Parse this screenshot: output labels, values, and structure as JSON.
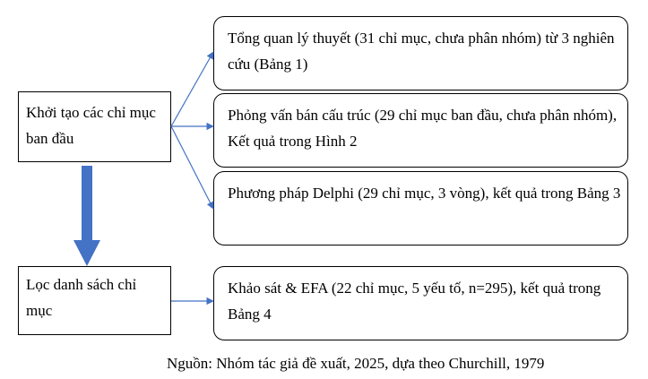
{
  "left_boxes": {
    "init": "Khởi tạo các chỉ mục ban đầu",
    "filter": "Lọc danh sách chỉ mục"
  },
  "right_boxes": [
    "Tổng quan lý thuyết (31 chỉ mục, chưa phân nhóm) từ 3 nghiên cứu (Bảng 1)",
    "Phỏng vấn bán cấu trúc (29 chỉ mục ban đầu, chưa phân nhóm), Kết quả trong Hình 2",
    "Phương pháp Delphi (29 chỉ mục, 3 vòng), kết quả trong Bảng 3",
    "Khảo sát & EFA (22 chỉ mục, 5 yếu tố, n=295), kết quả trong Bảng 4"
  ],
  "source": "Nguồn: Nhóm tác giả đề xuất, 2025, dựa theo Churchill, 1979",
  "colors": {
    "arrow": "#4472C4",
    "border": "#000000"
  }
}
